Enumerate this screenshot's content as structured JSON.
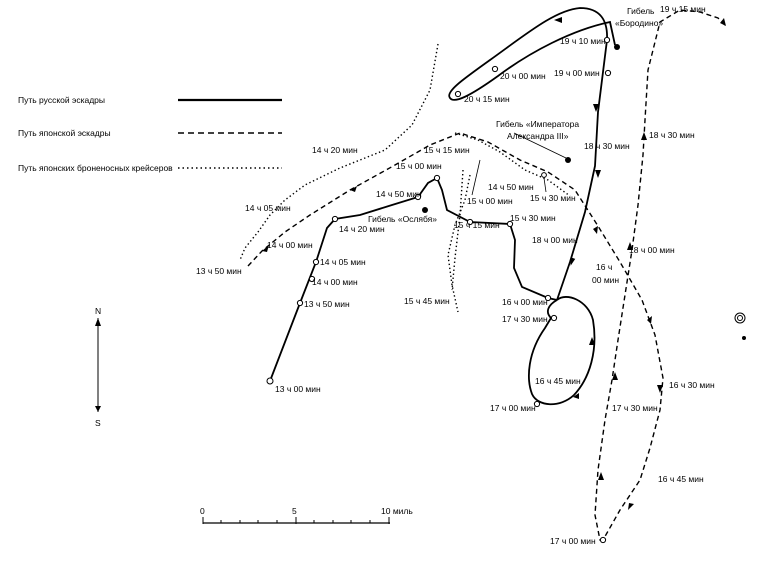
{
  "legend": {
    "russian": "Путь русской эскадры",
    "japanese": "Путь японской эскадры",
    "cruisers": "Путь японских броненосных крейсеров"
  },
  "compass": {
    "north": "N",
    "south": "S"
  },
  "scale": {
    "t0": "0",
    "t5": "5",
    "t10": "10 миль"
  },
  "labels": {
    "r1300": "13 ч 00 мин",
    "r1350": "13 ч 50 мин",
    "r1400": "14 ч 00 мин",
    "r1405": "14 ч 05 мин",
    "r1420": "14 ч 20 мин",
    "r1450": "14 ч 50 мин",
    "r1500": "15 ч 00 мин",
    "r1515": "15 ч 15 мин",
    "r1530": "15 ч 30 мин",
    "r1600": "16 ч 00 мин",
    "r1645": "16 ч 45 мин",
    "r1700": "17 ч 00 мин",
    "r1730": "17 ч 30 мин",
    "r1800": "18 ч 00 мин",
    "r1830": "18 ч 30 мин",
    "r1900": "19 ч 00 мин",
    "r1910": "19 ч 10 мин",
    "r2000": "20 ч 00 мин",
    "r2015": "20 ч 15 мин",
    "osl": "Гибель «Ослябя»",
    "alex1": "Гибель «Императора",
    "alex2": "Александра III»",
    "bor1": "Гибель",
    "bor2": "«Бородино»",
    "j1350": "13 ч 50 мин",
    "j1400": "14 ч 00 мин",
    "j1405": "14 ч 05 мин",
    "j1420": "14 ч 20 мин",
    "j1515": "15 ч 15 мин",
    "j1500": "15 ч 00 мин",
    "j1530": "15 ч 30 мин",
    "j1450": "14 ч 50 мин",
    "j1545": "15 ч 45 мин",
    "j1600a": "16 ч",
    "j1600b": "00 мин",
    "j1630": "16 ч 30 мин",
    "j1645": "16 ч 45 мин",
    "j1700": "17 ч 00 мин",
    "j1730": "17 ч 30 мин",
    "j1800": "18 ч 00 мин",
    "j1830": "18 ч 30 мин",
    "j1915": "19 ч 15 мин"
  }
}
